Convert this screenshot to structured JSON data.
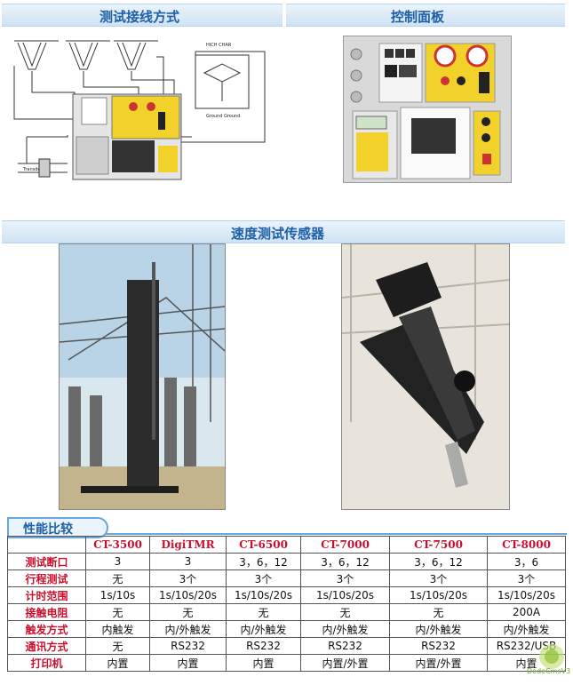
{
  "section1": {
    "left_title": "测试接线方式",
    "right_title": "控制面板"
  },
  "diagram": {
    "label_timing": "HICH CHAR",
    "label_transducer": "Transducer",
    "label_ground": "Ground Ground"
  },
  "section2": {
    "title": "速度测试传感器"
  },
  "section3": {
    "title": "性能比较"
  },
  "table": {
    "columns": [
      "",
      "CT-3500",
      "DigiTMR",
      "CT-6500",
      "CT-7000",
      "CT-7500",
      "CT-8000"
    ],
    "rows": [
      [
        "测试断口",
        "3",
        "3",
        "3，6，12",
        "3，6，12",
        "3，6，12",
        "3，6"
      ],
      [
        "行程测试",
        "无",
        "3个",
        "3个",
        "3个",
        "3个",
        "3个"
      ],
      [
        "计时范围",
        "1s/10s",
        "1s/10s/20s",
        "1s/10s/20s",
        "1s/10s/20s",
        "1s/10s/20s",
        "1s/10s/20s"
      ],
      [
        "接触电阻",
        "无",
        "无",
        "无",
        "无",
        "无",
        "200A"
      ],
      [
        "触发方式",
        "内触发",
        "内/外触发",
        "内/外触发",
        "内/外触发",
        "内/外触发",
        "内/外触发"
      ],
      [
        "通讯方式",
        "无",
        "RS232",
        "RS232",
        "RS232",
        "RS232",
        "RS232/USB"
      ],
      [
        "打印机",
        "内置",
        "内置",
        "内置",
        "内置/外置",
        "内置/外置",
        "内置"
      ]
    ]
  },
  "watermark": {
    "text": "DedeCmsV3"
  },
  "colors": {
    "accent": "#1f5fa6",
    "header_red": "#c8102e",
    "panel_yellow": "#f2d22a"
  }
}
